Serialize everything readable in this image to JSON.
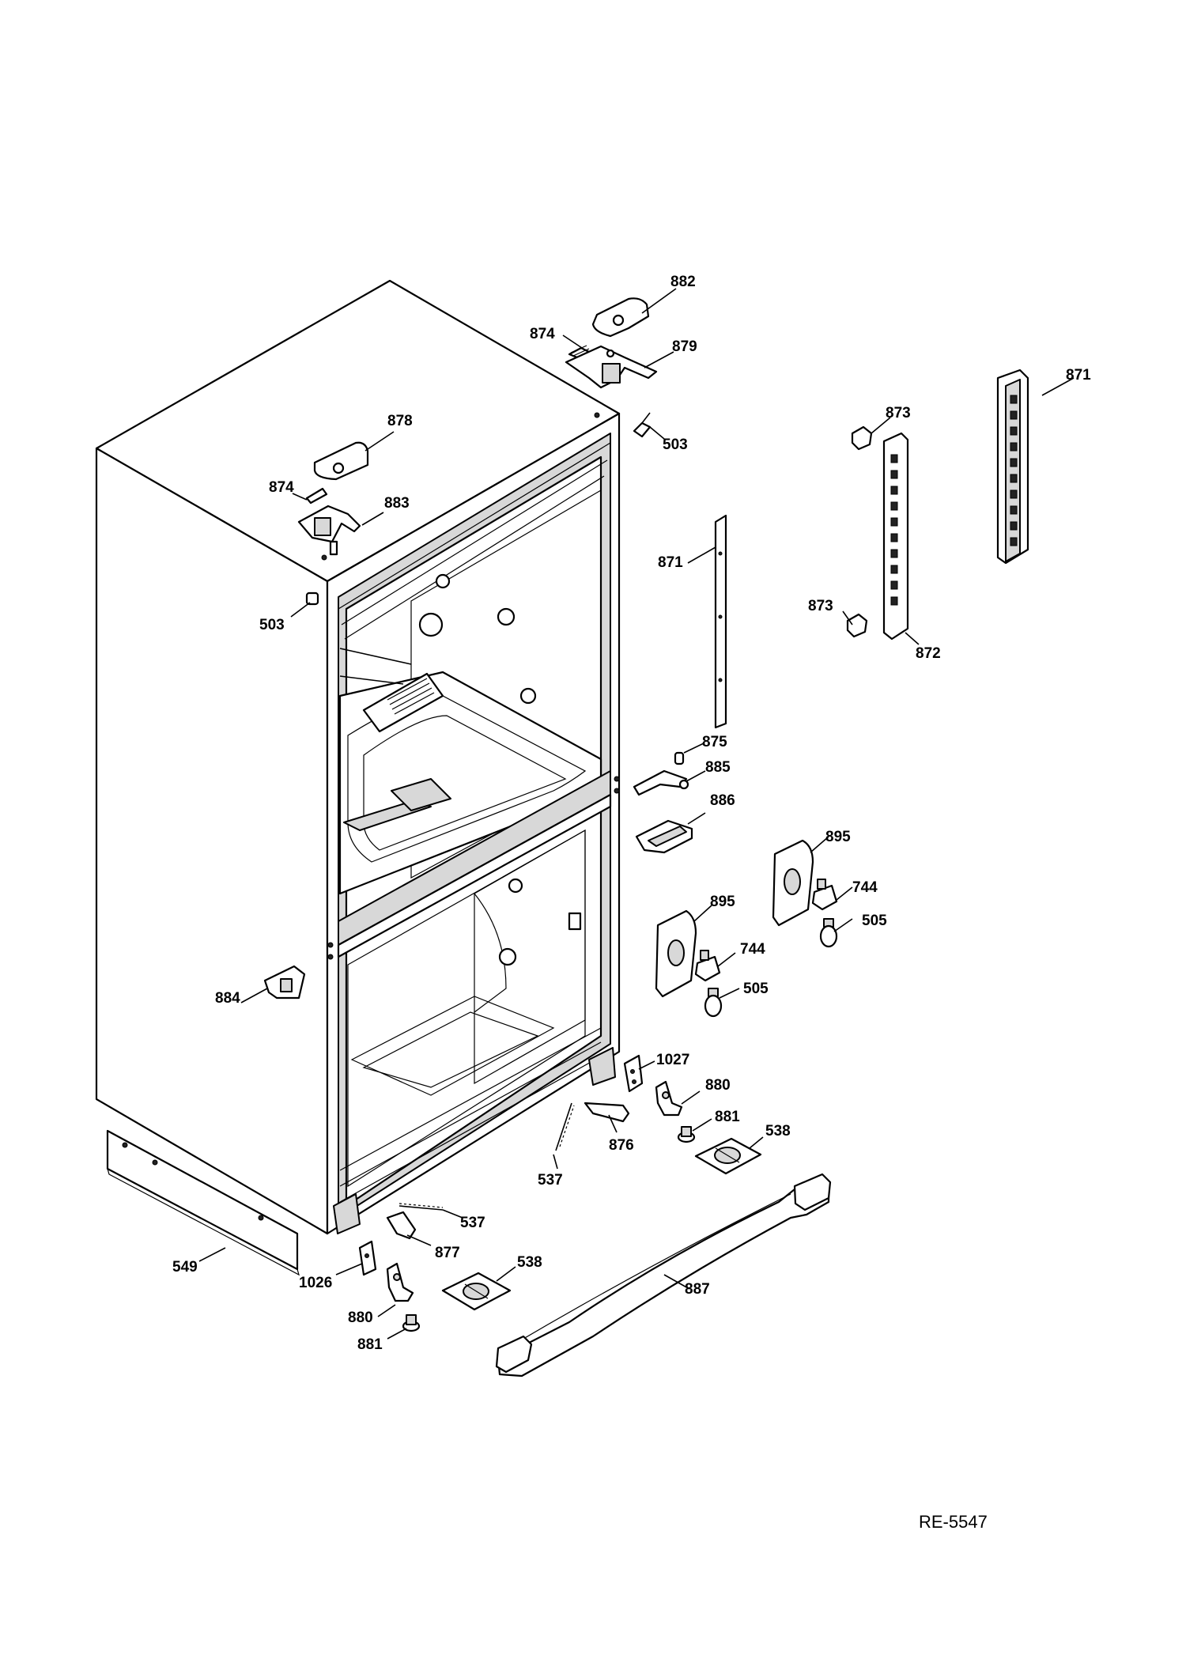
{
  "reference_code": "RE-5547",
  "callouts": [
    {
      "id": "c-882a",
      "label": "882"
    },
    {
      "id": "c-874a",
      "label": "874"
    },
    {
      "id": "c-879",
      "label": "879"
    },
    {
      "id": "c-871a",
      "label": "871"
    },
    {
      "id": "c-873a",
      "label": "873"
    },
    {
      "id": "c-503a",
      "label": "503"
    },
    {
      "id": "c-878",
      "label": "878"
    },
    {
      "id": "c-874b",
      "label": "874"
    },
    {
      "id": "c-883",
      "label": "883"
    },
    {
      "id": "c-871b",
      "label": "871"
    },
    {
      "id": "c-873b",
      "label": "873"
    },
    {
      "id": "c-503b",
      "label": "503"
    },
    {
      "id": "c-872",
      "label": "872"
    },
    {
      "id": "c-875",
      "label": "875"
    },
    {
      "id": "c-885",
      "label": "885"
    },
    {
      "id": "c-886",
      "label": "886"
    },
    {
      "id": "c-895a",
      "label": "895"
    },
    {
      "id": "c-744a",
      "label": "744"
    },
    {
      "id": "c-895b",
      "label": "895"
    },
    {
      "id": "c-505a",
      "label": "505"
    },
    {
      "id": "c-744b",
      "label": "744"
    },
    {
      "id": "c-884",
      "label": "884"
    },
    {
      "id": "c-505b",
      "label": "505"
    },
    {
      "id": "c-1027",
      "label": "1027"
    },
    {
      "id": "c-880a",
      "label": "880"
    },
    {
      "id": "c-881a",
      "label": "881"
    },
    {
      "id": "c-538a",
      "label": "538"
    },
    {
      "id": "c-876",
      "label": "876"
    },
    {
      "id": "c-537a",
      "label": "537"
    },
    {
      "id": "c-537b",
      "label": "537"
    },
    {
      "id": "c-877",
      "label": "877"
    },
    {
      "id": "c-549",
      "label": "549"
    },
    {
      "id": "c-1026",
      "label": "1026"
    },
    {
      "id": "c-538b",
      "label": "538"
    },
    {
      "id": "c-887",
      "label": "887"
    },
    {
      "id": "c-880b",
      "label": "880"
    },
    {
      "id": "c-881b",
      "label": "881"
    }
  ]
}
